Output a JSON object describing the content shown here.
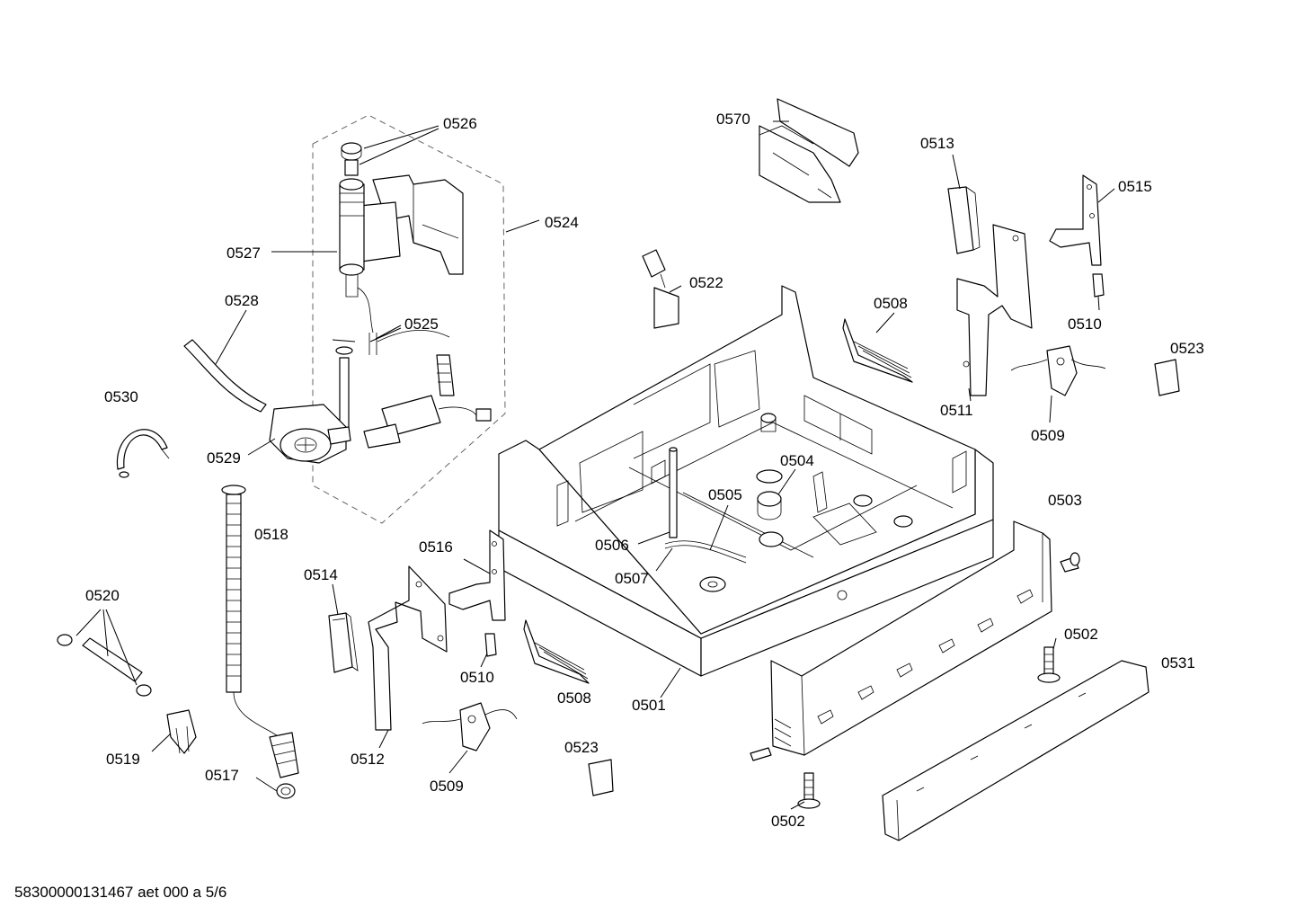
{
  "document_id": "58300000131467 aet 000 a 5/6",
  "labels": {
    "l0526": "0526",
    "l0524": "0524",
    "l0527": "0527",
    "l0528": "0528",
    "l0525": "0525",
    "l0530": "0530",
    "l0529": "0529",
    "l0518": "0518",
    "l0520": "0520",
    "l0519": "0519",
    "l0517": "0517",
    "l0514": "0514",
    "l0516": "0516",
    "l0512": "0512",
    "l0510a": "0510",
    "l0509a": "0509",
    "l0508a": "0508",
    "l0523a": "0523",
    "l0506": "0506",
    "l0507": "0507",
    "l0505": "0505",
    "l0504": "0504",
    "l0501": "0501",
    "l0570": "0570",
    "l0522": "0522",
    "l0508b": "0508",
    "l0513": "0513",
    "l0515": "0515",
    "l0510b": "0510",
    "l0511": "0511",
    "l0509b": "0509",
    "l0523b": "0523",
    "l0503": "0503",
    "l0502a": "0502",
    "l0531": "0531",
    "l0502b": "0502"
  }
}
